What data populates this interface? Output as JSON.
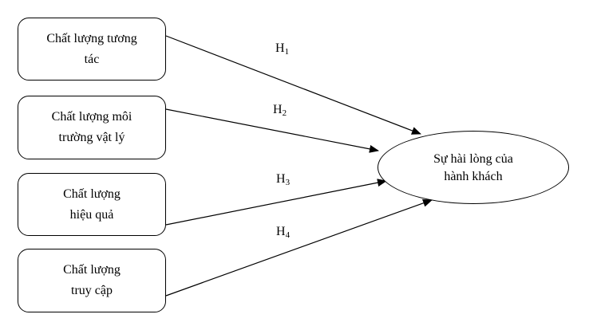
{
  "factors": [
    {
      "label": "Chất lượng tương\ntác"
    },
    {
      "label": "Chất lượng môi\ntrường vật lý"
    },
    {
      "label": "Chất lượng\nhiệu quả"
    },
    {
      "label": "Chất lượng\ntruy cập"
    }
  ],
  "outcome": {
    "label": "Sự hài lòng của\nhành khách"
  },
  "hypotheses": [
    {
      "letter": "H",
      "number": "1"
    },
    {
      "letter": "H",
      "number": "2"
    },
    {
      "letter": "H",
      "number": "3"
    },
    {
      "letter": "H",
      "number": "4"
    }
  ]
}
